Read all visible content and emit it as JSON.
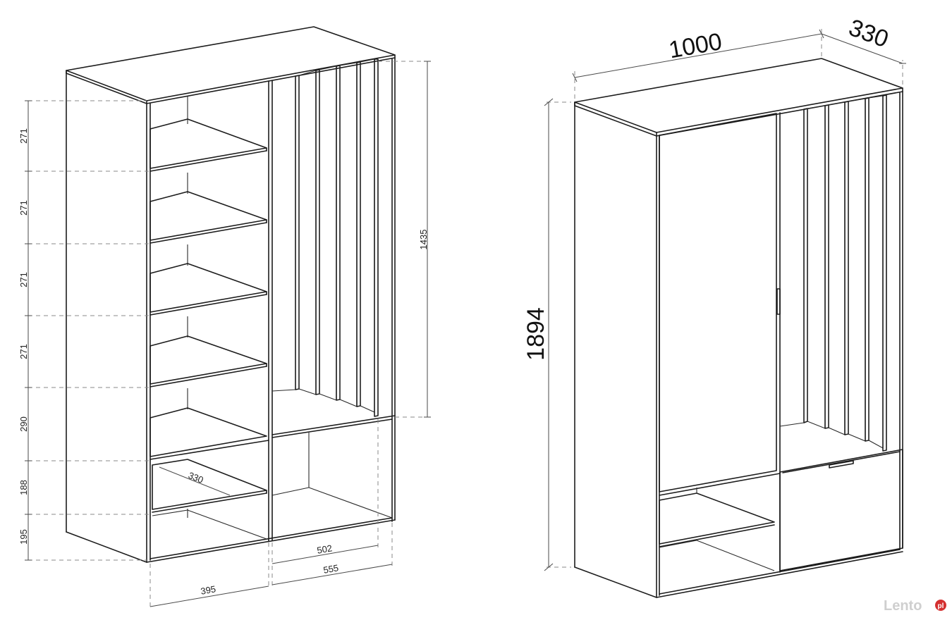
{
  "left_view": {
    "heights": [
      "271",
      "271",
      "271",
      "271",
      "290",
      "188",
      "195"
    ],
    "slat_height": "1435",
    "shelf_depth": "330",
    "open_width": "502",
    "right_width": "555",
    "left_width": "395"
  },
  "right_view": {
    "width": "1000",
    "depth": "330",
    "height": "1894"
  },
  "watermark": {
    "text": "Lento",
    "suffix": "pl",
    "color": "#d43030"
  }
}
